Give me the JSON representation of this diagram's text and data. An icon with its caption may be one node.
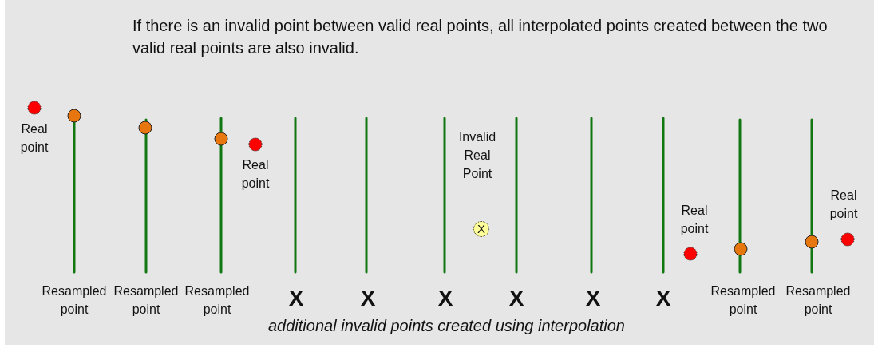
{
  "diagram": {
    "title": "If there is an invalid point between valid real points, all interpolated points created between the two valid real points are also invalid.",
    "caption": "additional invalid points created using interpolation",
    "labels": [
      "Real point",
      "Real point",
      "Invalid Real Point",
      "X",
      "Real point",
      "Real point",
      "Resampled point",
      "Resampled point",
      "Resampled point",
      "X",
      "X",
      "X",
      "X",
      "X",
      "X",
      "Resampled point",
      "Resampled point"
    ]
  }
}
